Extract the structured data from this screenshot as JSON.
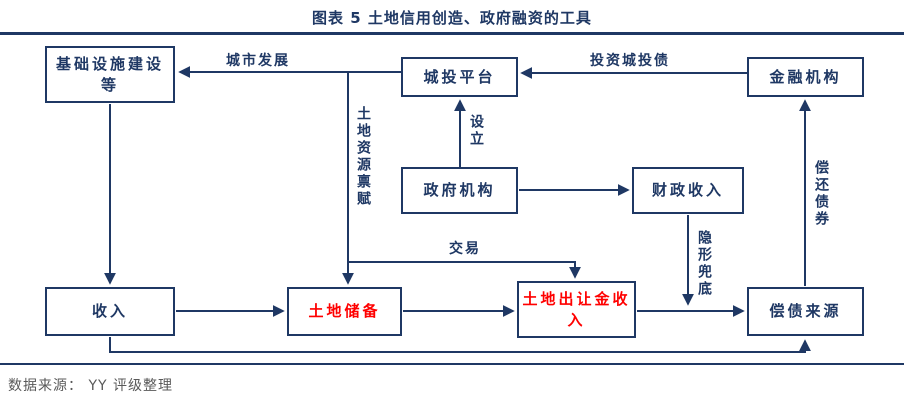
{
  "title": "图表 5 土地信用创造、政府融资的工具",
  "colors": {
    "navy": "#1F3864",
    "red": "#FF0000",
    "gray": "#595959"
  },
  "nodes": {
    "infrastructure": {
      "label": "基础设施建设等"
    },
    "chengtou_platform": {
      "label": "城投平台"
    },
    "financial_institution": {
      "label": "金融机构"
    },
    "government_agency": {
      "label": "政府机构"
    },
    "fiscal_revenue": {
      "label": "财政收入"
    },
    "income": {
      "label": "收入"
    },
    "land_reserve": {
      "label": "土地储备"
    },
    "land_transfer_income": {
      "label": "土地出让金收入"
    },
    "debt_repayment_source": {
      "label": "偿债来源"
    }
  },
  "edge_labels": {
    "urban_development": "城市发展",
    "invest_chengtou_bonds": "投资城投债",
    "establish": "设立",
    "land_resource_endowment": "土地资源禀赋",
    "transaction": "交易",
    "implicit_backstop": "隐形兜底",
    "repay_bonds": "偿还债券"
  },
  "footer": {
    "source": "数据来源： YY 评级整理"
  }
}
